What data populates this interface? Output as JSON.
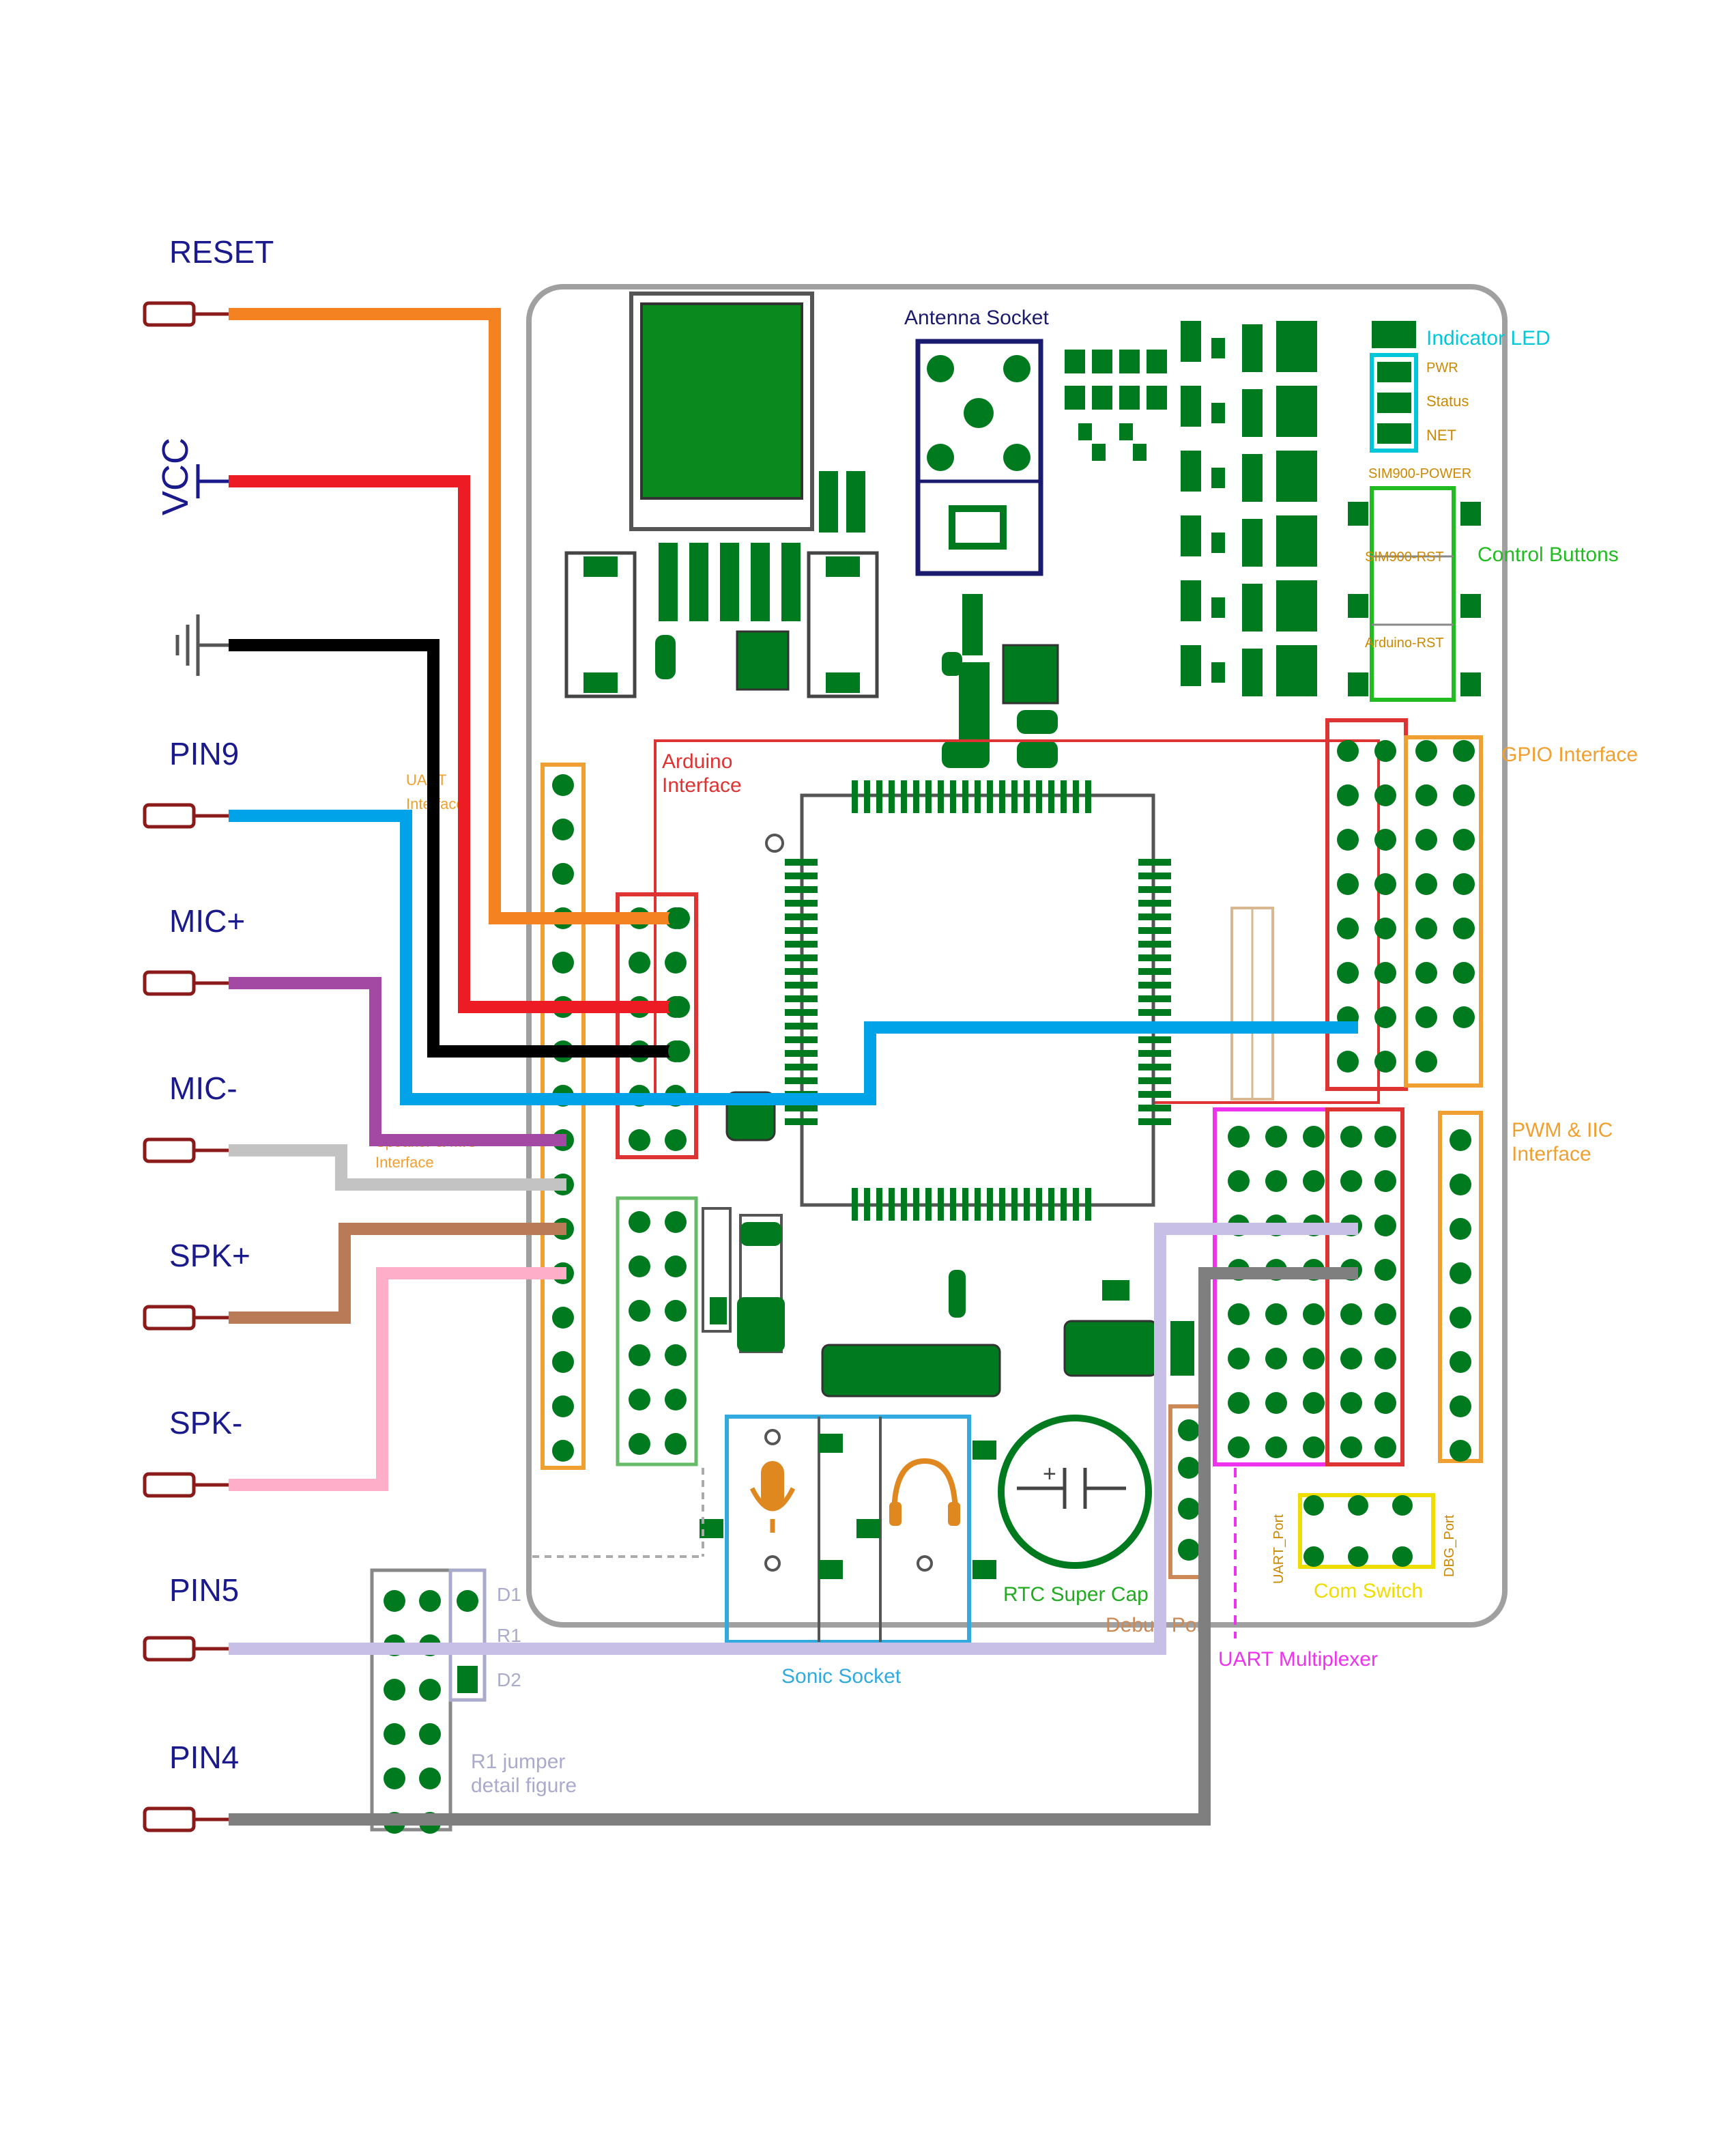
{
  "labels": {
    "reset": "RESET",
    "vcc": "VCC",
    "pin9": "PIN9",
    "mic_plus": "MIC+",
    "mic_minus": "MIC-",
    "spk_plus": "SPK+",
    "spk_minus": "SPK-",
    "pin5": "PIN5",
    "pin4": "PIN4"
  },
  "board_labels": {
    "antenna_socket": "Antenna Socket",
    "indicator_led": "Indicator LED",
    "pwr": "PWR",
    "status": "Status",
    "net": "NET",
    "sim900_power": "SIM900-POWER",
    "sim900_rst": "SIM900-RST",
    "control_buttons": "Control Buttons",
    "arduino_rst": "Arduino-RST",
    "arduino_interface_1": "Arduino",
    "arduino_interface_2": "Interface",
    "gpio_interface": "GPIO Interface",
    "uart_interface_1": "UART",
    "uart_interface_2": "Interface",
    "speaker_mic_interface_1": "Speaker & MIC",
    "speaker_mic_interface_2": "Interface",
    "pwm_i2c_1": "PWM & IIC",
    "pwm_i2c_2": "Interface",
    "rtc_super_cap": "RTC Super Cap",
    "debug_port": "Debug Port",
    "sonic_socket": "Sonic Socket",
    "uart_multiplexer": "UART Multiplexer",
    "com_switch": "Com Switch",
    "uart_port": "UART_Port",
    "dbg_port": "DBG_Port",
    "d1": "D1",
    "r1": "R1",
    "d2": "D2",
    "r1_jumper_1": "R1 jumper",
    "r1_jumper_2": "detail figure"
  },
  "colors": {
    "reset_wire": "#f58220",
    "vcc_wire": "#ed1c24",
    "gnd_wire": "#000000",
    "pin9_wire": "#00a2e8",
    "mic_plus_wire": "#a349a4",
    "mic_minus_wire": "#c3c3c3",
    "spk_plus_wire": "#b97a57",
    "spk_minus_wire": "#ffaec9",
    "pin5_wire": "#c8bfe7",
    "pin4_wire": "#7f7f7f",
    "pcb_green": "#007a1e",
    "label_blue": "#1a1a8c",
    "connector": "#8b1a1a"
  },
  "icons": [
    "ground-symbol-icon",
    "vcc-symbol-icon",
    "microphone-icon",
    "headphones-icon",
    "capacitor-icon"
  ]
}
